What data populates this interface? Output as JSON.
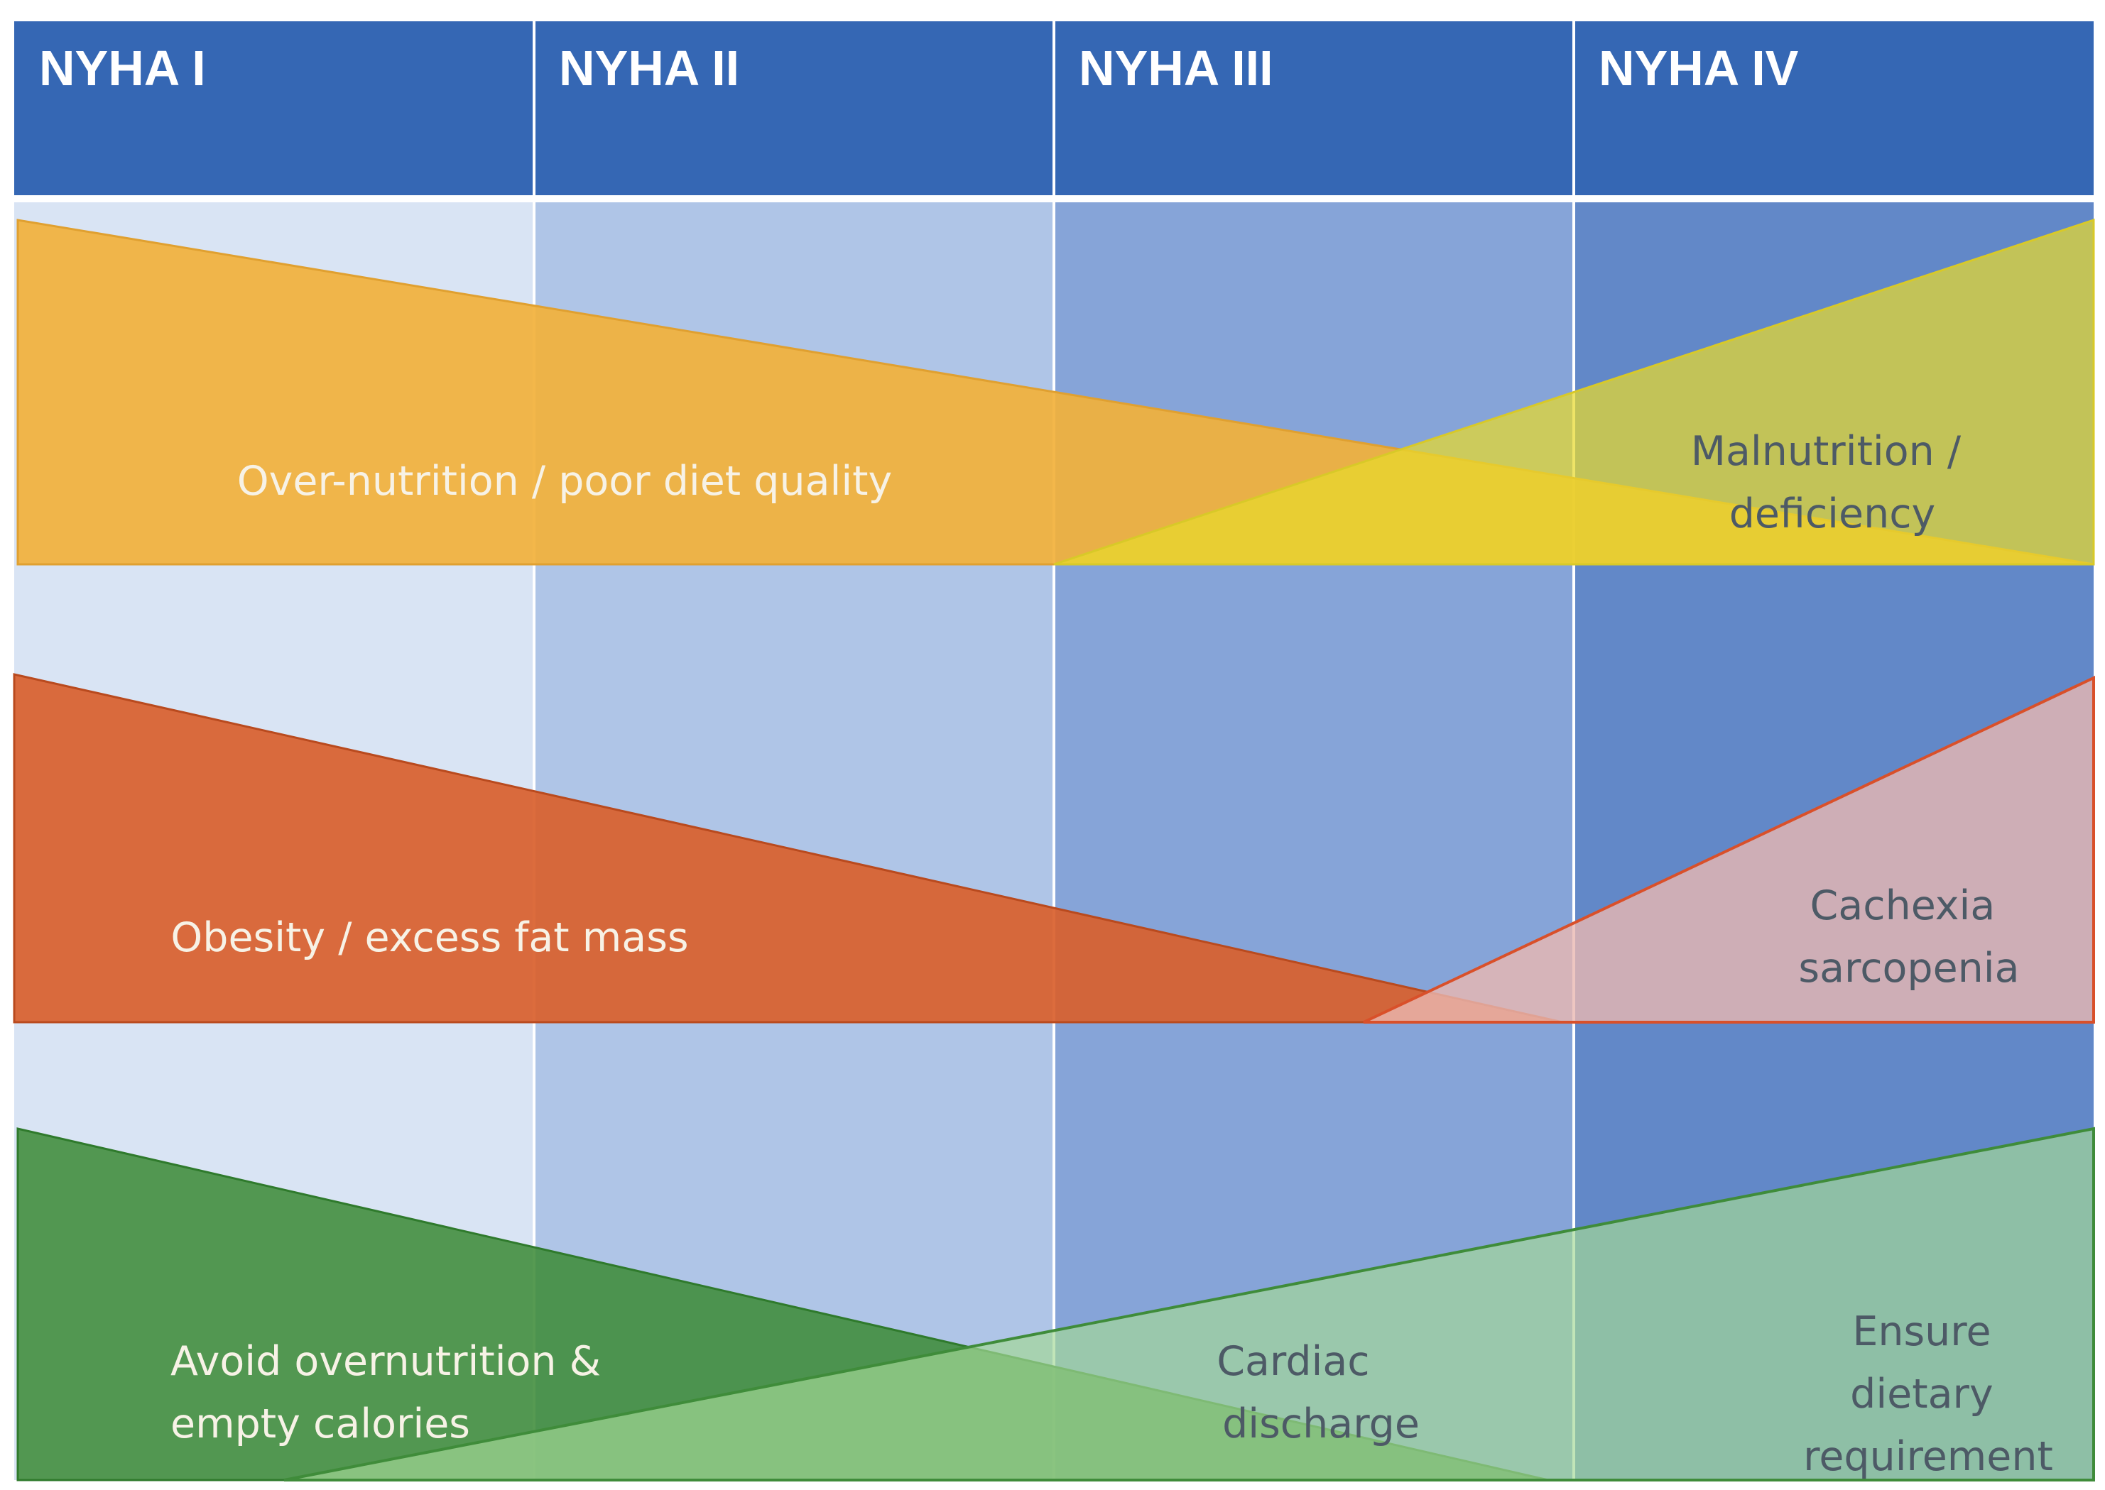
{
  "colors": {
    "header": "#3567b4",
    "column_bg": [
      "#d9e4f4",
      "#afc5e7",
      "#86a4d8",
      "#6288c8"
    ],
    "over_nutrition": "#f2b13b",
    "malnutrition": "#e9dc36",
    "obesity": "#d9602c",
    "cachexia": "#e6b4ae",
    "overnutrition_avoid": "#3f8c3a",
    "cardiac_discharge": "#9ed48e"
  },
  "columns": [
    "NYHA I",
    "NYHA II",
    "NYHA III",
    "NYHA IV"
  ],
  "rows": [
    {
      "left_label": [
        "Over-nutrition / poor diet quality"
      ],
      "right_label": [
        "Malnutrition /",
        "deficiency"
      ]
    },
    {
      "left_label": [
        "Obesity / excess fat mass"
      ],
      "right_label": [
        "Cachexia",
        "sarcopenia"
      ]
    },
    {
      "left_label": [
        "Avoid overnutrition &",
        "empty calories"
      ],
      "middle_label": [
        "Cardiac",
        "discharge"
      ],
      "right_label": [
        "Ensure",
        "dietary",
        "requirement"
      ]
    }
  ]
}
